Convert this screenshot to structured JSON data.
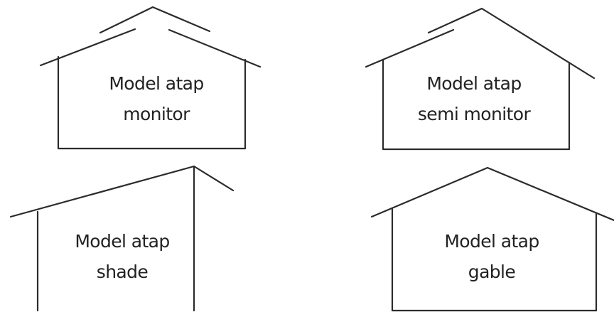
{
  "houses": [
    {
      "id": "monitor",
      "line1": "Model atap",
      "line2": "monitor"
    },
    {
      "id": "semi-monitor",
      "line1": "Model atap",
      "line2": "semi monitor"
    },
    {
      "id": "shade",
      "line1": "Model atap",
      "line2": "shade"
    },
    {
      "id": "gable",
      "line1": "Model atap",
      "line2": "gable"
    }
  ]
}
